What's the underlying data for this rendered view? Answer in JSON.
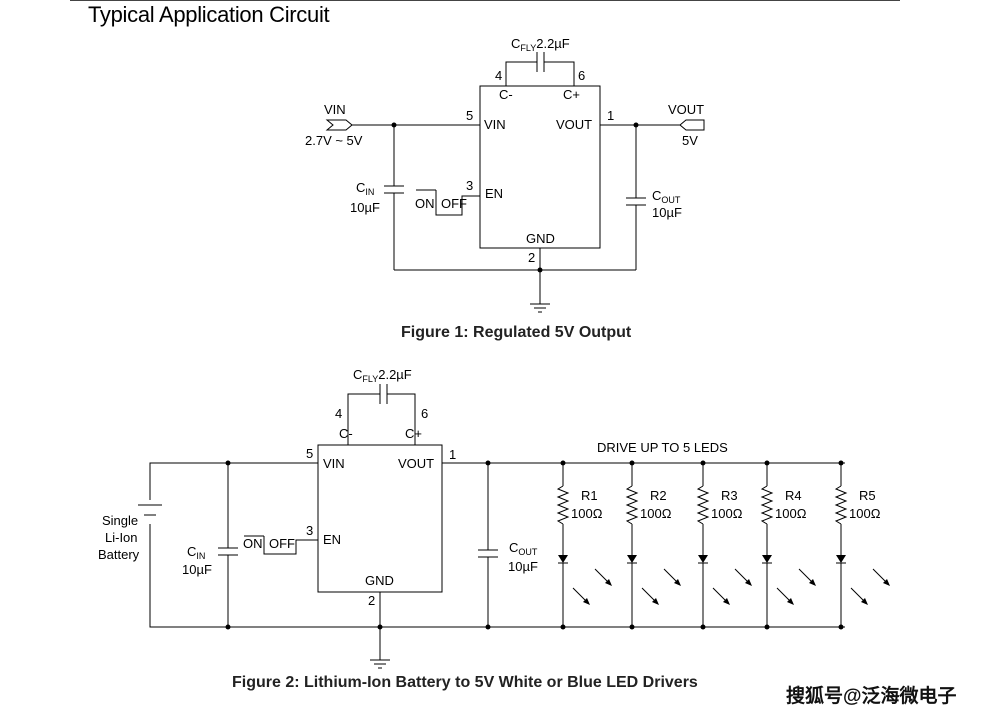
{
  "title": "Typical Application Circuit",
  "fig1": {
    "caption": "Figure 1: Regulated 5V Output",
    "cfly": {
      "name": "C",
      "sub": "FLY",
      "value": "2.2µF"
    },
    "pins": {
      "cm_num": "4",
      "cp_num": "6",
      "cm": "C-",
      "cp": "C+",
      "vin_num": "5",
      "vin": "VIN",
      "vout_num": "1",
      "vout": "VOUT",
      "en_num": "3",
      "en": "EN",
      "gnd": "GND",
      "gnd_num": "2"
    },
    "vin_port": "VIN",
    "vin_range": "2.7V ~ 5V",
    "vout_port": "VOUT",
    "vout_value": "5V",
    "cin": {
      "name": "C",
      "sub": "IN",
      "value": "10µF"
    },
    "cout": {
      "name": "C",
      "sub": "OUT",
      "value": "10µF"
    },
    "onoff_on": "ON",
    "onoff_off": "OFF"
  },
  "fig2": {
    "caption": "Figure 2: Lithium-Ion Battery to 5V White or Blue LED Drivers",
    "cfly": {
      "name": "C",
      "sub": "FLY",
      "value": "2.2µF"
    },
    "pins": {
      "cm_num": "4",
      "cp_num": "6",
      "cm": "C-",
      "cp": "C+",
      "vin_num": "5",
      "vin": "VIN",
      "vout_num": "1",
      "vout": "VOUT",
      "en_num": "3",
      "en": "EN",
      "gnd": "GND",
      "gnd_num": "2"
    },
    "battery": [
      "Single",
      "Li-Ion",
      "Battery"
    ],
    "cin": {
      "name": "C",
      "sub": "IN",
      "value": "10µF"
    },
    "cout": {
      "name": "C",
      "sub": "OUT",
      "value": "10µF"
    },
    "onoff_on": "ON",
    "onoff_off": "OFF",
    "drive_label": "DRIVE UP TO 5 LEDS",
    "resistors": [
      {
        "name": "R1",
        "value": "100Ω"
      },
      {
        "name": "R2",
        "value": "100Ω"
      },
      {
        "name": "R3",
        "value": "100Ω"
      },
      {
        "name": "R4",
        "value": "100Ω"
      },
      {
        "name": "R5",
        "value": "100Ω"
      }
    ]
  },
  "watermark": "搜狐号@泛海微电子"
}
